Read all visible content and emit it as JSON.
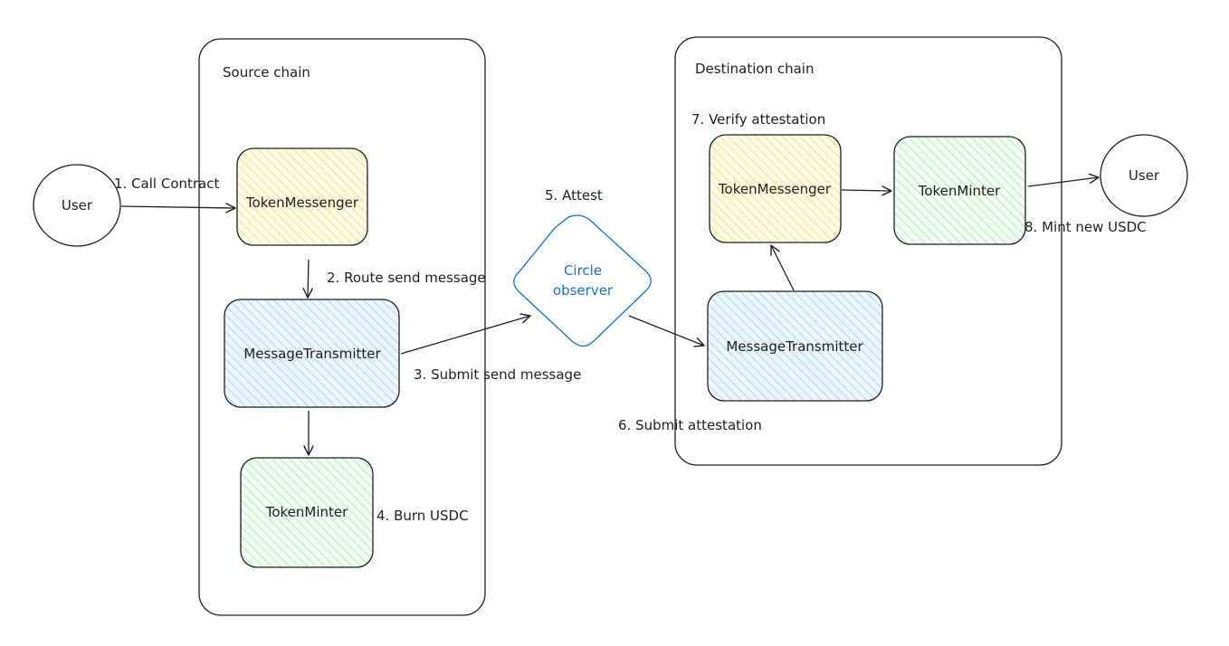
{
  "containers": {
    "source": {
      "label": "Source chain"
    },
    "destination": {
      "label": "Destination chain"
    }
  },
  "nodes": {
    "user_left": {
      "label": "User"
    },
    "user_right": {
      "label": "User"
    },
    "src_token_messenger": {
      "label": "TokenMessenger"
    },
    "src_message_transmitter": {
      "label": "MessageTransmitter"
    },
    "src_token_minter": {
      "label": "TokenMinter"
    },
    "observer": {
      "line1": "Circle",
      "line2": "observer"
    },
    "dst_token_messenger": {
      "label": "TokenMessenger"
    },
    "dst_token_minter": {
      "label": "TokenMinter"
    },
    "dst_message_transmitter": {
      "label": "MessageTransmitter"
    }
  },
  "steps": {
    "s1": "1. Call Contract",
    "s2": "2. Route send message",
    "s3": "3. Submit send message",
    "s4": "4. Burn USDC",
    "s5": "5. Attest",
    "s6": "6. Submit attestation",
    "s7": "7. Verify attestation",
    "s8": "8. Mint new USDC"
  },
  "colors": {
    "yellow_fill": "#fff3bf",
    "blue_fill": "#d0ebff",
    "green_fill": "#d3f9d8",
    "stroke": "#1e1e1e",
    "observer_stroke": "#1971c2"
  }
}
